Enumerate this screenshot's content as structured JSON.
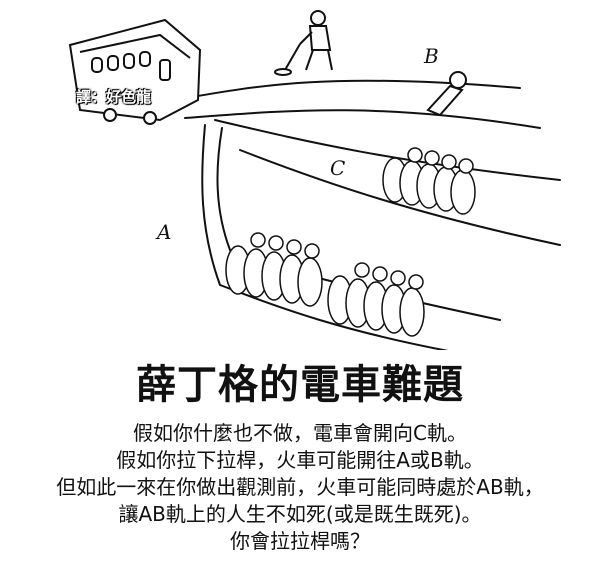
{
  "credit": "譯：好色龍",
  "labels": {
    "a": "A",
    "b": "B",
    "c": "C"
  },
  "title": "薛丁格的電車難題",
  "lines": [
    "假如你什麼也不做，電車會開向C軌。",
    "假如你拉下拉桿，火車可能開往A或B軌。",
    "但如此一來在你做出觀測前，火車可能同時處於AB軌，",
    "讓AB軌上的人生不如死(或是既生既死)。",
    "你會拉拉桿嗎？"
  ]
}
